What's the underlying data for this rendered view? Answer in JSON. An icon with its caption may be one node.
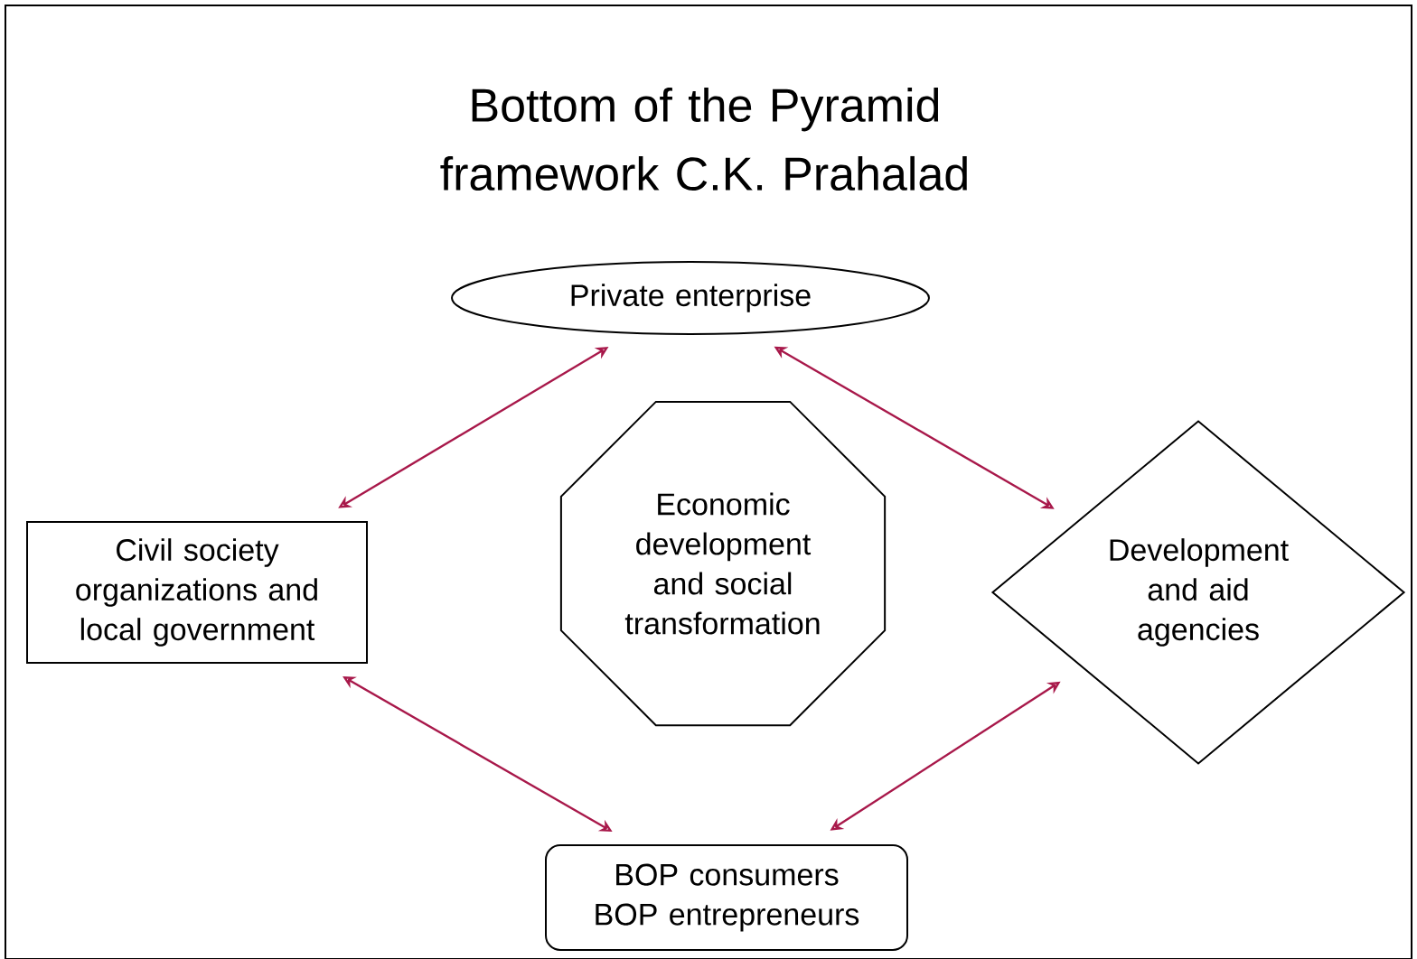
{
  "diagram": {
    "title": "Bottom of the Pyramid framework C.K. Prahalad",
    "nodes": [
      {
        "text": [
          "Private enterprise"
        ]
      },
      {
        "text": [
          "Civil society organizations and local government"
        ]
      },
      {
        "text": [
          "Economic development and social transformation"
        ]
      },
      {
        "text": [
          "Development and aid agencies"
        ]
      },
      {
        "text": [
          "BOP consumers",
          "BOP entrepreneurs"
        ]
      }
    ],
    "edges": [
      {
        "from": 1,
        "to": 0,
        "arrow": "both"
      },
      {
        "from": 0,
        "to": 3,
        "arrow": "both"
      },
      {
        "from": 1,
        "to": 4,
        "arrow": "both"
      },
      {
        "from": 4,
        "to": 3,
        "arrow": "both"
      }
    ]
  }
}
